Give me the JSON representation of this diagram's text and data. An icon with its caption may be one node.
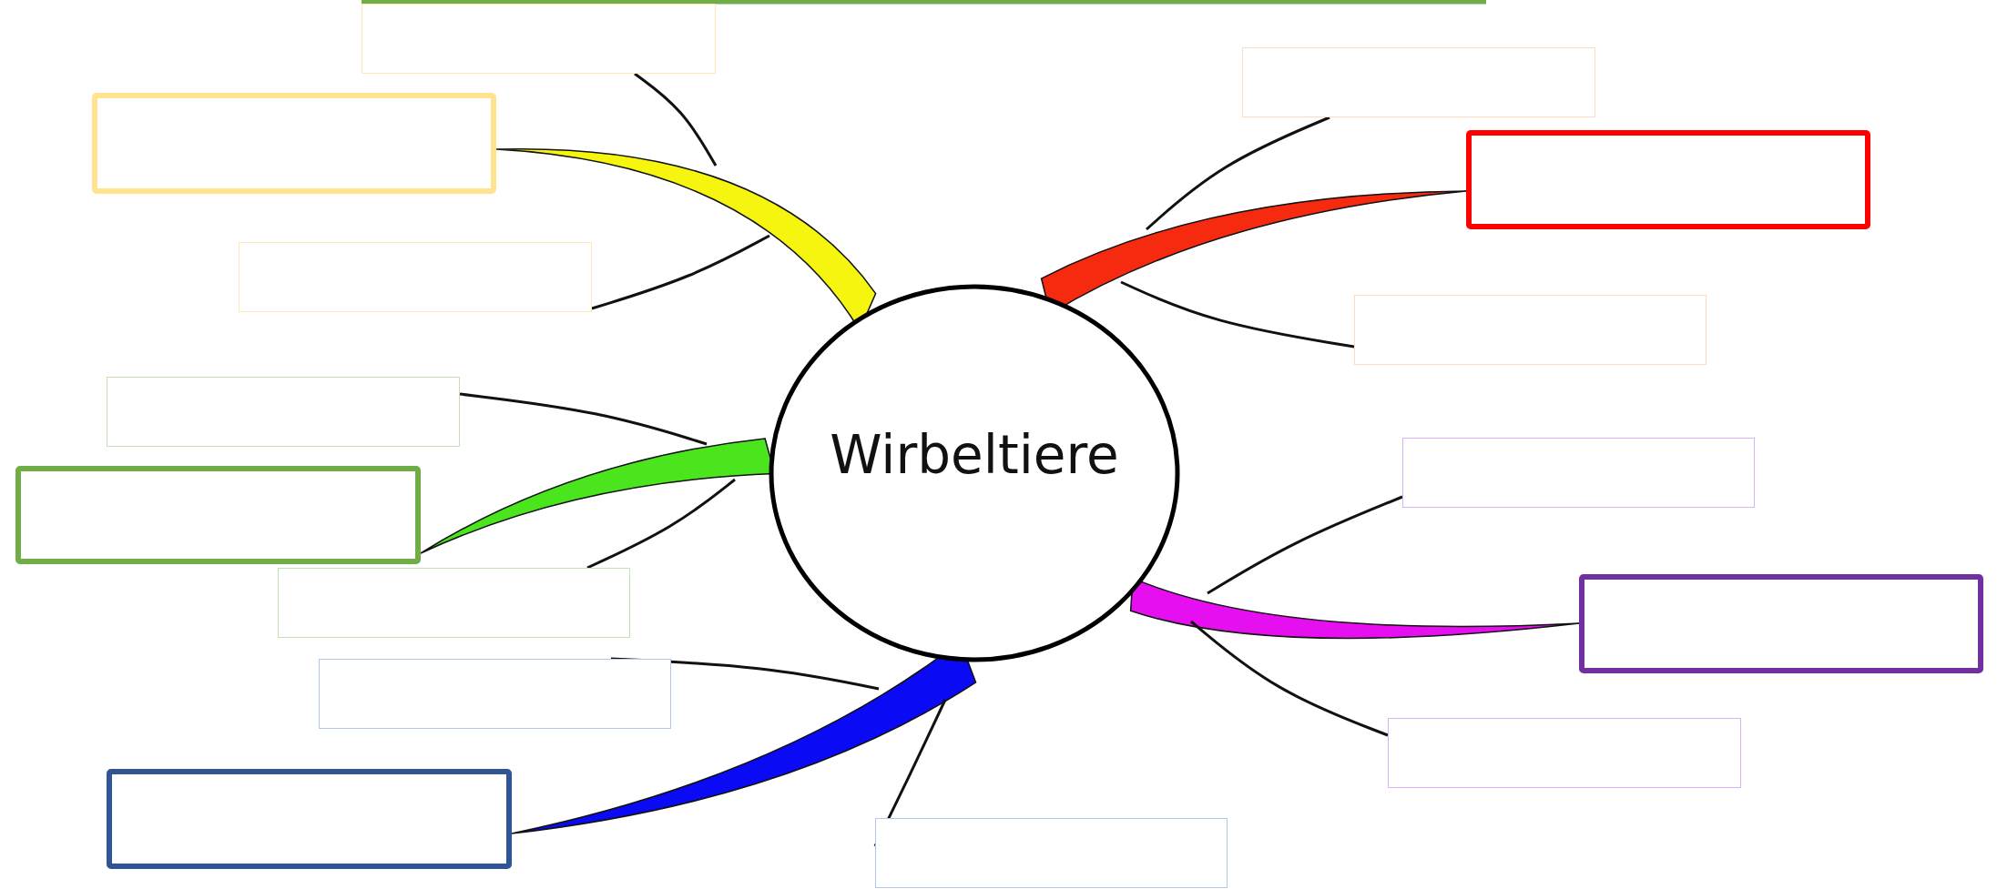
{
  "diagram": {
    "nodes": [
      {
        "text": [
          "Wirbeltiere"
        ]
      },
      {
        "text": [],
        "shape": "box"
      },
      {
        "text": [],
        "shape": "box"
      },
      {
        "text": [],
        "shape": "box"
      },
      {
        "text": [],
        "shape": "box"
      },
      {
        "text": [],
        "shape": "box"
      },
      {
        "text": [],
        "shape": "box"
      },
      {
        "text": [],
        "shape": "box"
      },
      {
        "text": [],
        "shape": "box"
      },
      {
        "text": [],
        "shape": "box"
      },
      {
        "text": [],
        "shape": "box"
      },
      {
        "text": [],
        "shape": "box"
      },
      {
        "text": [],
        "shape": "box"
      },
      {
        "text": [],
        "shape": "box"
      },
      {
        "text": [],
        "shape": "box"
      },
      {
        "text": [],
        "shape": "box"
      }
    ],
    "edges": [
      {
        "from": 0,
        "to": 2,
        "arrow": "none",
        "style": "thick",
        "color": "#f5f50f"
      },
      {
        "from": 0,
        "to": 5,
        "arrow": "none",
        "style": "thick",
        "color": "#f52a0f"
      },
      {
        "from": 0,
        "to": 8,
        "arrow": "none",
        "style": "thick",
        "color": "#4be51e"
      },
      {
        "from": 0,
        "to": 11,
        "arrow": "none",
        "style": "thick",
        "color": "#e60fef"
      },
      {
        "from": 0,
        "to": 14,
        "arrow": "none",
        "style": "thick",
        "color": "#0a0af5"
      },
      {
        "from": null,
        "to": 1,
        "arrow": "none"
      },
      {
        "from": null,
        "to": 3,
        "arrow": "none"
      },
      {
        "from": null,
        "to": 4,
        "arrow": "none"
      },
      {
        "from": null,
        "to": 6,
        "arrow": "none"
      },
      {
        "from": null,
        "to": 7,
        "arrow": "none"
      },
      {
        "from": null,
        "to": 9,
        "arrow": "none"
      },
      {
        "from": null,
        "to": 10,
        "arrow": "none"
      },
      {
        "from": null,
        "to": 12,
        "arrow": "none"
      },
      {
        "from": null,
        "to": 13,
        "arrow": "none"
      },
      {
        "from": null,
        "to": 15,
        "arrow": "none"
      }
    ]
  }
}
